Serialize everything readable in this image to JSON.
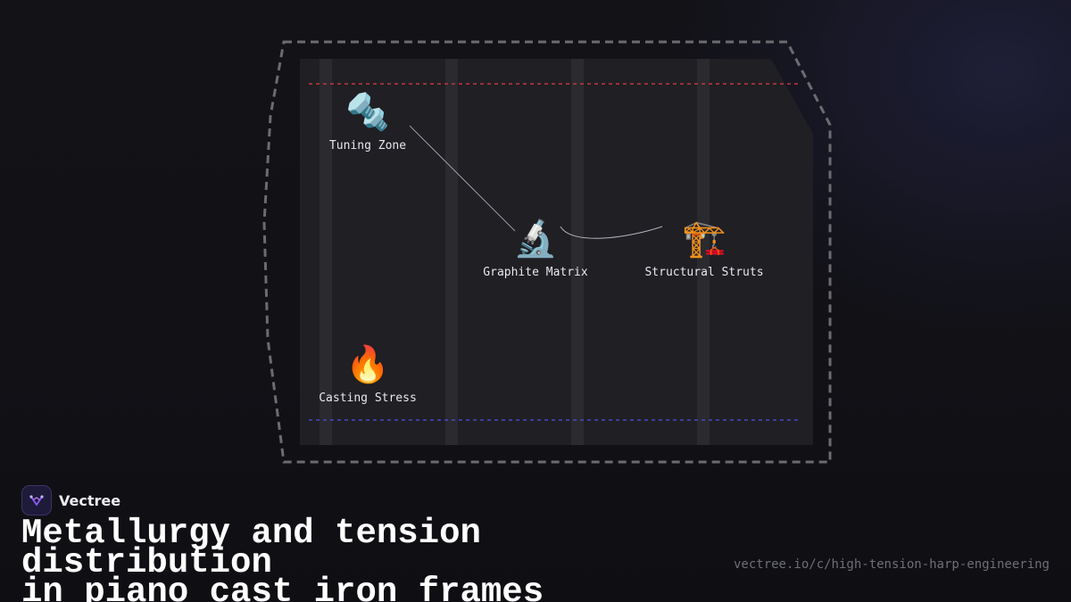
{
  "brand": {
    "name": "Vectree",
    "logo_icon": "vectree-logo-icon",
    "accent": "#8b5cf6"
  },
  "title": {
    "line1": "Metallurgy and tension distribution",
    "line2": "in piano cast iron frames"
  },
  "url": "vectree.io/c/high-tension-harp-engineering",
  "diagram": {
    "frame_color": "#6b6b70",
    "panel_color": "#1f1f24",
    "strut_color": "#2a2a2f",
    "treble_line_color": "#c0393b",
    "bass_line_color": "#4b47c4",
    "nodes": [
      {
        "id": "tuning-zone",
        "label": "Tuning Zone",
        "icon": "wrench-nut-icon",
        "emoji": "🔩"
      },
      {
        "id": "graphite-matrix",
        "label": "Graphite Matrix",
        "icon": "microscope-icon",
        "emoji": "🔬"
      },
      {
        "id": "structural-struts",
        "label": "Structural Struts",
        "icon": "crane-icon",
        "emoji": "🏗️"
      },
      {
        "id": "casting-stress",
        "label": "Casting Stress",
        "icon": "fire-icon",
        "emoji": "🔥"
      }
    ],
    "connections": [
      {
        "from": "tuning-zone",
        "to": "graphite-matrix",
        "style": "straight"
      },
      {
        "from": "graphite-matrix",
        "to": "structural-struts",
        "style": "curve"
      }
    ]
  }
}
